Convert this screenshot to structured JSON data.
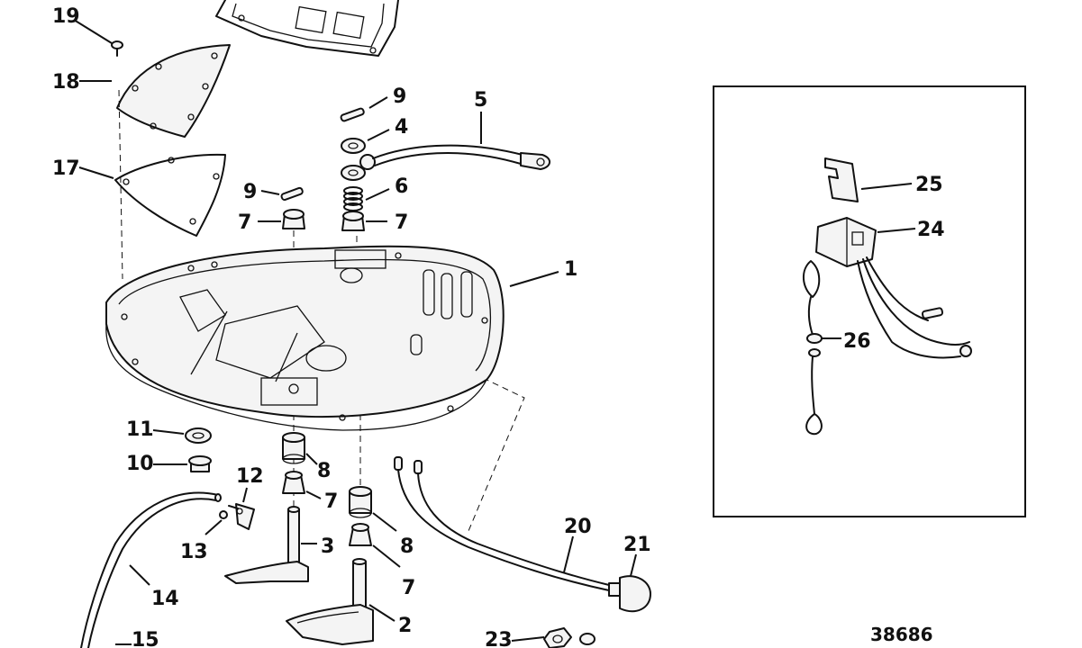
{
  "diagram": {
    "figure_number": "38686",
    "callouts": {
      "c1": "1",
      "c2": "2",
      "c3": "3",
      "c4": "4",
      "c5": "5",
      "c6": "6",
      "c7a": "7",
      "c7b": "7",
      "c7c": "7",
      "c7d": "7",
      "c8a": "8",
      "c8b": "8",
      "c9a": "9",
      "c9b": "9",
      "c10": "10",
      "c11": "11",
      "c12": "12",
      "c13": "13",
      "c14": "14",
      "c15": "15",
      "c17": "17",
      "c18": "18",
      "c19": "19",
      "c20": "20",
      "c21": "21",
      "c23": "23",
      "c24": "24",
      "c25": "25",
      "c26": "26"
    }
  }
}
